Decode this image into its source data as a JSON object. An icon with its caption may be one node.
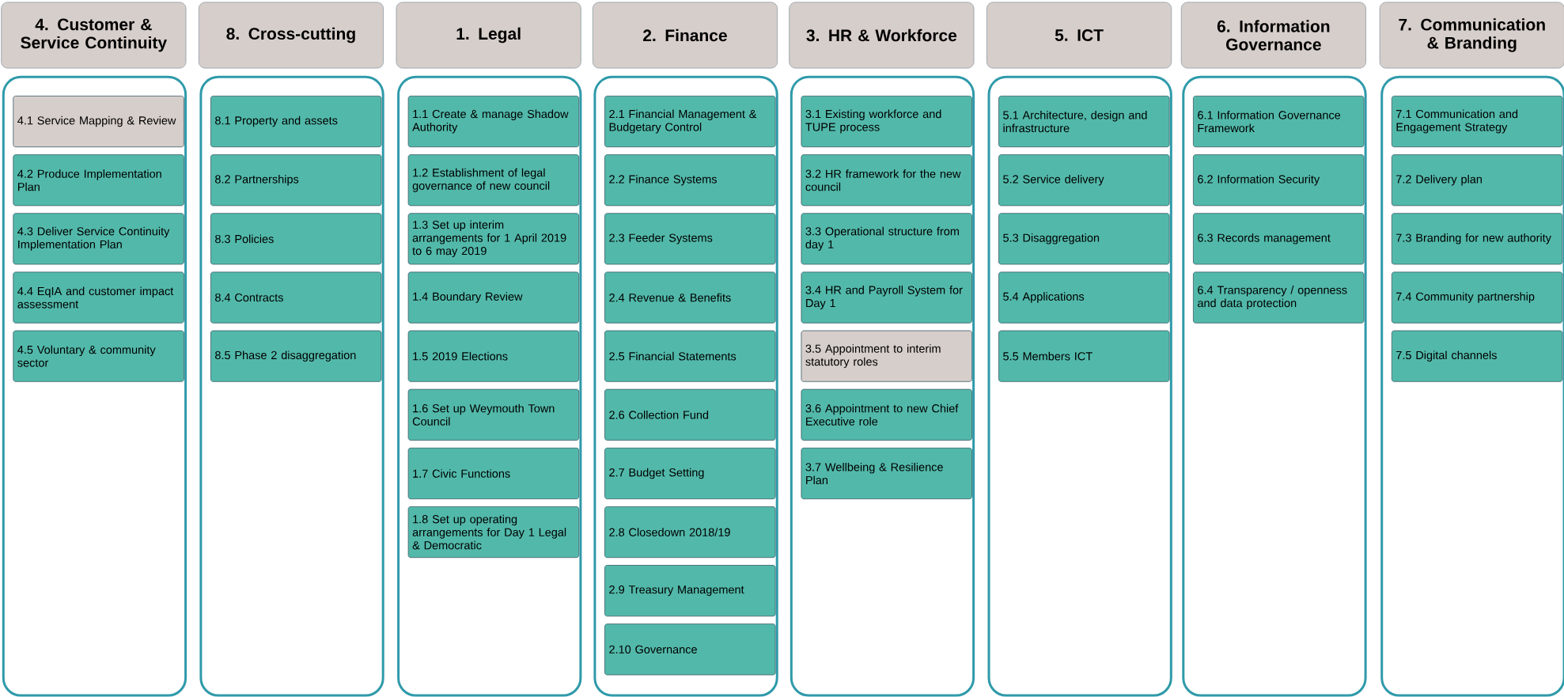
{
  "diagram": {
    "nodes": [
      {
        "text": [
          "4. Customer & Service Continuity"
        ]
      },
      {
        "text": [],
        "shape": "box"
      },
      {
        "text": [
          "4.1 Service Mapping & Review"
        ],
        "in": 1
      },
      {
        "text": [
          "4.2 Produce Implementation Plan"
        ],
        "in": 1
      },
      {
        "text": [
          "4.3 Deliver Service Continuity Implementation Plan"
        ],
        "in": 1
      },
      {
        "text": [
          "4.4 EqIA and customer impact assessment"
        ],
        "in": 1
      },
      {
        "text": [
          "4.5 Voluntary & community sector"
        ],
        "in": 1
      },
      {
        "text": [
          "8. Cross-cutting"
        ]
      },
      {
        "text": [],
        "shape": "box"
      },
      {
        "text": [
          "8.1 Property and assets"
        ],
        "in": 8
      },
      {
        "text": [
          "8.2 Partnerships"
        ],
        "in": 8
      },
      {
        "text": [
          "8.3 Policies"
        ],
        "in": 8
      },
      {
        "text": [
          "8.4 Contracts"
        ],
        "in": 8
      },
      {
        "text": [
          "8.5 Phase 2 disaggregation"
        ],
        "in": 8
      },
      {
        "text": [
          "1. Legal"
        ]
      },
      {
        "text": [],
        "shape": "box"
      },
      {
        "text": [
          "1.1 Create & manage Shadow Authority"
        ],
        "in": 15
      },
      {
        "text": [
          "1.2 Establishment of legal governance of new council"
        ],
        "in": 15
      },
      {
        "text": [
          "1.3 Set up interim arrangements for 1 April 2019 to 6 may 2019"
        ],
        "in": 15
      },
      {
        "text": [
          "1.4 Boundary Review"
        ],
        "in": 15
      },
      {
        "text": [
          "1.5 2019 Elections"
        ],
        "in": 15
      },
      {
        "text": [
          "1.6 Set up Weymouth Town Council"
        ],
        "in": 15
      },
      {
        "text": [
          "1.7 Civic Functions"
        ],
        "in": 15
      },
      {
        "text": [
          "1.8 Set up operating arrangements for Day 1 Legal & Democratic"
        ],
        "in": 15
      },
      {
        "text": [
          "2. Finance"
        ]
      },
      {
        "text": [],
        "shape": "box"
      },
      {
        "text": [
          "2.1 Financial Management & Budgetary Control"
        ],
        "in": 25
      },
      {
        "text": [
          "2.2 Finance Systems"
        ],
        "in": 25
      },
      {
        "text": [
          "2.3 Feeder Systems"
        ],
        "in": 25
      },
      {
        "text": [
          "2.4 Revenue & Benefits"
        ],
        "in": 25
      },
      {
        "text": [
          "2.5 Financial Statements"
        ],
        "in": 25
      },
      {
        "text": [
          "2.6 Collection Fund"
        ],
        "in": 25
      },
      {
        "text": [
          "2.7 Budget Setting"
        ],
        "in": 25
      },
      {
        "text": [
          "2.8 Closedown 2018/19"
        ],
        "in": 25
      },
      {
        "text": [
          "2.9 Treasury Management"
        ],
        "in": 25
      },
      {
        "text": [
          "2.10 Governance"
        ],
        "in": 25
      },
      {
        "text": [
          "3. HR & Workforce"
        ]
      },
      {
        "text": [],
        "shape": "box"
      },
      {
        "text": [
          "3.1 Existing workforce and TUPE process"
        ],
        "in": 37
      },
      {
        "text": [
          "3.2 HR framework for the new council"
        ],
        "in": 37
      },
      {
        "text": [
          "3.3 Operational structure from day 1"
        ],
        "in": 37
      },
      {
        "text": [
          "3.4 HR and Payroll System for Day 1"
        ],
        "in": 37
      },
      {
        "text": [
          "3.5 Appointment to interim statutory roles"
        ],
        "in": 37
      },
      {
        "text": [
          "3.6 Appointment to new Chief Executive role"
        ],
        "in": 37
      },
      {
        "text": [
          "3.7 Wellbeing & Resilience Plan"
        ],
        "in": 37
      },
      {
        "text": [
          "5. ICT"
        ]
      },
      {
        "text": [],
        "shape": "box"
      },
      {
        "text": [
          "5.1 Architecture, design and infrastructure"
        ],
        "in": 46
      },
      {
        "text": [
          "5.2 Service delivery"
        ],
        "in": 46
      },
      {
        "text": [
          "5.3 Disaggregation"
        ],
        "in": 46
      },
      {
        "text": [
          "5.4 Applications"
        ],
        "in": 46
      },
      {
        "text": [
          "5.5 Members ICT"
        ],
        "in": 46
      },
      {
        "text": [
          "6. Information Governance"
        ]
      },
      {
        "text": [],
        "shape": "box"
      },
      {
        "text": [
          "6.1 Information Governance Framework"
        ],
        "in": 53
      },
      {
        "text": [
          "6.2 Information Security"
        ],
        "in": 53
      },
      {
        "text": [
          "6.3 Records management"
        ],
        "in": 53
      },
      {
        "text": [
          "6.4 Transparency / openness and data protection"
        ],
        "in": 53
      },
      {
        "text": [
          "7. Communication & Branding"
        ]
      },
      {
        "text": [],
        "shape": "box"
      },
      {
        "text": [
          "7.1 Communication and Engagement Strategy"
        ],
        "in": 59
      },
      {
        "text": [
          "7.2 Delivery plan"
        ],
        "in": 59
      },
      {
        "text": [
          "7.3 Branding for new authority"
        ],
        "in": 59
      },
      {
        "text": [
          "7.4 Community partnership"
        ],
        "in": 59
      },
      {
        "text": [
          "7.5 Digital channels"
        ],
        "in": 59
      }
    ]
  }
}
